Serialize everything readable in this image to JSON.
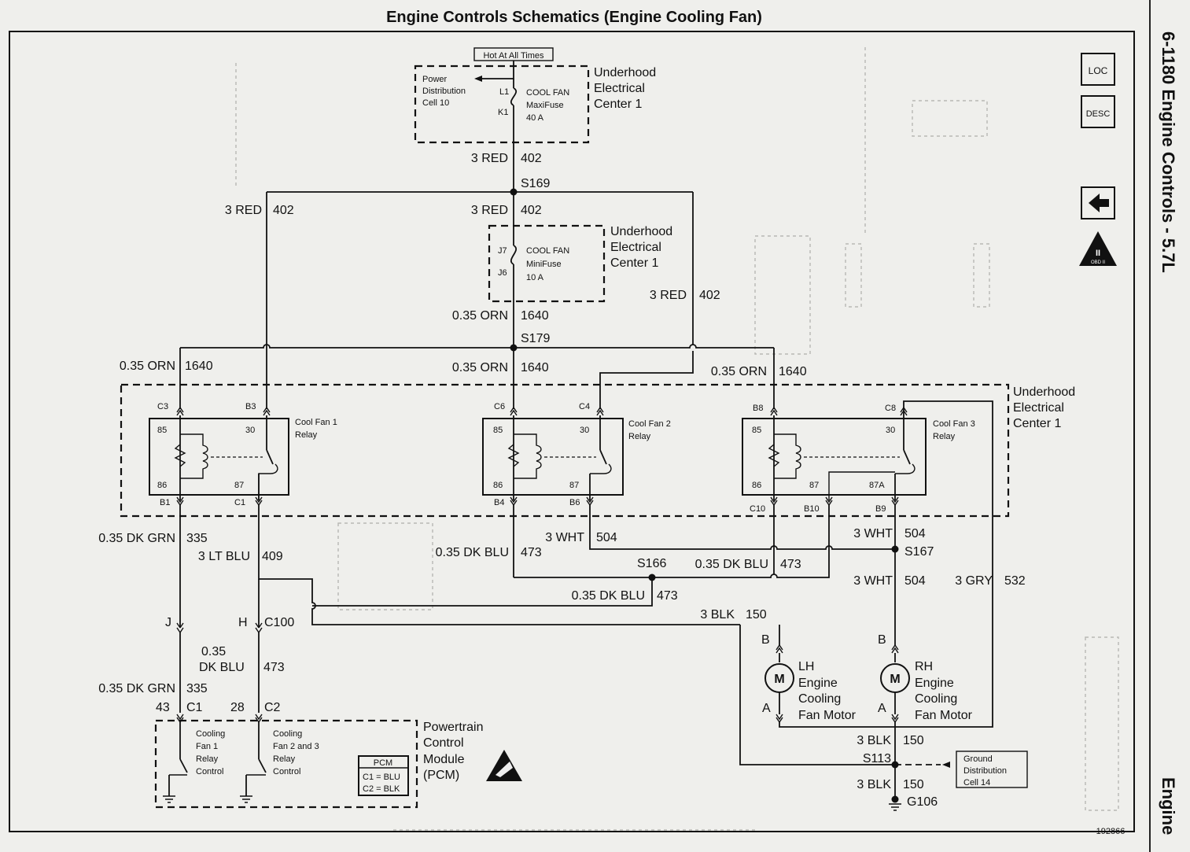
{
  "header": {
    "title": "Engine Controls Schematics (Engine Cooling Fan)",
    "side_title": "6-1180  Engine Controls - 5.7L",
    "side_footer": "Engine",
    "figure_number": "192866"
  },
  "nav": {
    "loc": "LOC",
    "desc": "DESC",
    "back_icon": "left-arrow-icon",
    "obd_label": "OBD II",
    "obd_numeral": "II"
  },
  "top": {
    "hot_label": "Hot At All Times",
    "pd_line1": "Power",
    "pd_line2": "Distribution",
    "pd_line3": "Cell 10",
    "maxi_line1": "COOL FAN",
    "maxi_line2": "MaxiFuse",
    "maxi_line3": "40 A",
    "pin_l1": "L1",
    "pin_k1": "K1",
    "uec_line1": "Underhood",
    "uec_line2": "Electrical",
    "uec_line3": "Center 1"
  },
  "mini": {
    "line1": "COOL FAN",
    "line2": "MiniFuse",
    "line3": "10 A",
    "pin_j7": "J7",
    "pin_j6": "J6"
  },
  "splices": {
    "s169": "S169",
    "s179": "S179",
    "s166": "S166",
    "s167": "S167",
    "s113": "S113",
    "g106": "G106"
  },
  "wires": {
    "w1_size": "3 RED",
    "w1_num": "402",
    "w2_size": "3 RED",
    "w2_num": "402",
    "w3_size": "3 RED",
    "w3_num": "402",
    "w4_size": "3 RED",
    "w4_num": "402",
    "w5_size": "0.35 ORN",
    "w5_num": "1640",
    "w6_size": "0.35 ORN",
    "w6_num": "1640",
    "w7_size": "0.35 ORN",
    "w7_num": "1640",
    "w8_size": "0.35 ORN",
    "w8_num": "1640",
    "w9_size": "0.35 DK GRN",
    "w9_num": "335",
    "w10_size": "3 LT BLU",
    "w10_num": "409",
    "w11_size": "0.35 DK BLU",
    "w11_num": "473",
    "w12_size": "3 WHT",
    "w12_num": "504",
    "w13_size": "0.35 DK BLU",
    "w13_num": "473",
    "w14_size": "0.35 DK BLU",
    "w14_num": "473",
    "w15_size": "3 WHT",
    "w15_num": "504",
    "w16_size": "3 WHT",
    "w16_num": "504",
    "w17_size": "3 GRY",
    "w17_num": "532",
    "w18_size": "3 BLK",
    "w18_num": "150",
    "w19_line1": "0.35",
    "w19_line2": "DK BLU",
    "w19_num": "473",
    "w20_size": "0.35 DK GRN",
    "w20_num": "335",
    "w21_size": "3 BLK",
    "w21_num": "150",
    "w22_size": "3 BLK",
    "w22_num": "150"
  },
  "relay1": {
    "name1": "Cool Fan 1",
    "name2": "Relay",
    "p85": "85",
    "p86": "86",
    "p30": "30",
    "p87": "87",
    "c3": "C3",
    "b3": "B3",
    "b1": "B1",
    "c1": "C1"
  },
  "relay2": {
    "name1": "Cool Fan 2",
    "name2": "Relay",
    "p85": "85",
    "p86": "86",
    "p30": "30",
    "p87": "87",
    "c6": "C6",
    "c4": "C4",
    "b4": "B4",
    "b6": "B6"
  },
  "relay3": {
    "name1": "Cool Fan 3",
    "name2": "Relay",
    "p85": "85",
    "p86": "86",
    "p30": "30",
    "p87": "87",
    "p87a": "87A",
    "b8": "B8",
    "c8": "C8",
    "c10": "C10",
    "b10": "B10",
    "b9": "B9"
  },
  "uec_right": {
    "line1": "Underhood",
    "line2": "Electrical",
    "line3": "Center 1"
  },
  "uec_mid": {
    "line1": "Underhood",
    "line2": "Electrical",
    "line3": "Center 1"
  },
  "connector": {
    "j": "J",
    "h": "H",
    "c100": "C100",
    "p43": "43",
    "pc1": "C1",
    "p28": "28",
    "pc2": "C2"
  },
  "pcm": {
    "d1_line1": "Cooling",
    "d1_line2": "Fan 1",
    "d1_line3": "Relay",
    "d1_line4": "Control",
    "d2_line1": "Cooling",
    "d2_line2": "Fan 2 and 3",
    "d2_line3": "Relay",
    "d2_line4": "Control",
    "legend_title": "PCM",
    "legend_c1": "C1 = BLU",
    "legend_c2": "C2 = BLK",
    "name1": "Powertrain",
    "name2": "Control",
    "name3": "Module",
    "name4": "(PCM)"
  },
  "motors": {
    "lh_b": "B",
    "lh_a": "A",
    "lh_m": "M",
    "lh_line1": "LH",
    "lh_line2": "Engine",
    "lh_line3": "Cooling",
    "lh_line4": "Fan Motor",
    "rh_b": "B",
    "rh_a": "A",
    "rh_m": "M",
    "rh_line1": "RH",
    "rh_line2": "Engine",
    "rh_line3": "Cooling",
    "rh_line4": "Fan Motor"
  },
  "ground": {
    "line1": "Ground",
    "line2": "Distribution",
    "line3": "Cell 14"
  }
}
